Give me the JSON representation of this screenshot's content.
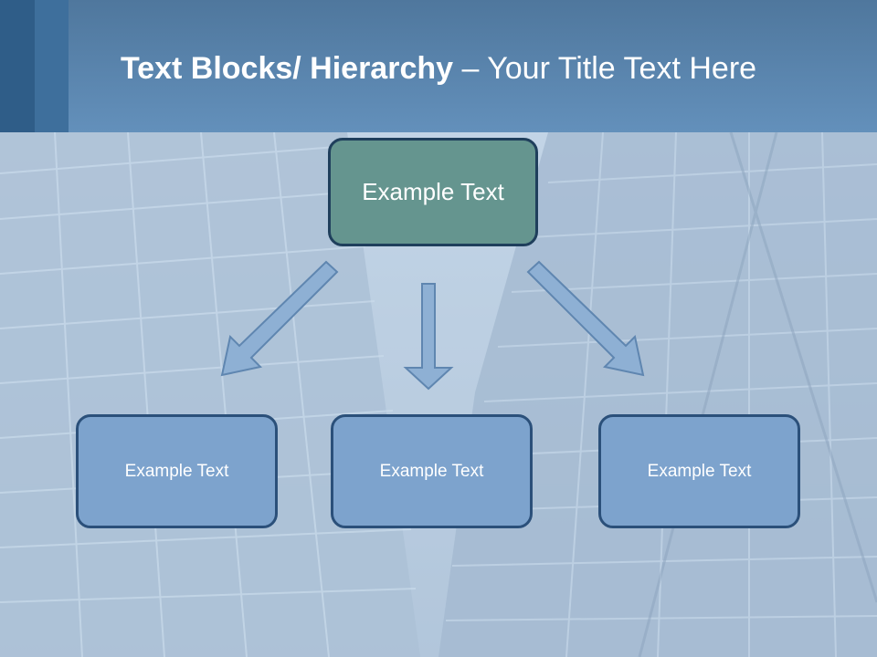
{
  "title": {
    "bold": "Text Blocks/ Hierarchy",
    "regular": " – Your Title Text Here"
  },
  "diagram": {
    "root": {
      "label": "Example Text"
    },
    "children": [
      {
        "label": "Example Text"
      },
      {
        "label": "Example Text"
      },
      {
        "label": "Example Text"
      }
    ]
  },
  "colors": {
    "header": "#5a86b0",
    "root_fill": "#65958f",
    "child_fill": "#7da3cd",
    "box_border": "#2b507a",
    "arrow_fill": "#8eb0d4"
  }
}
